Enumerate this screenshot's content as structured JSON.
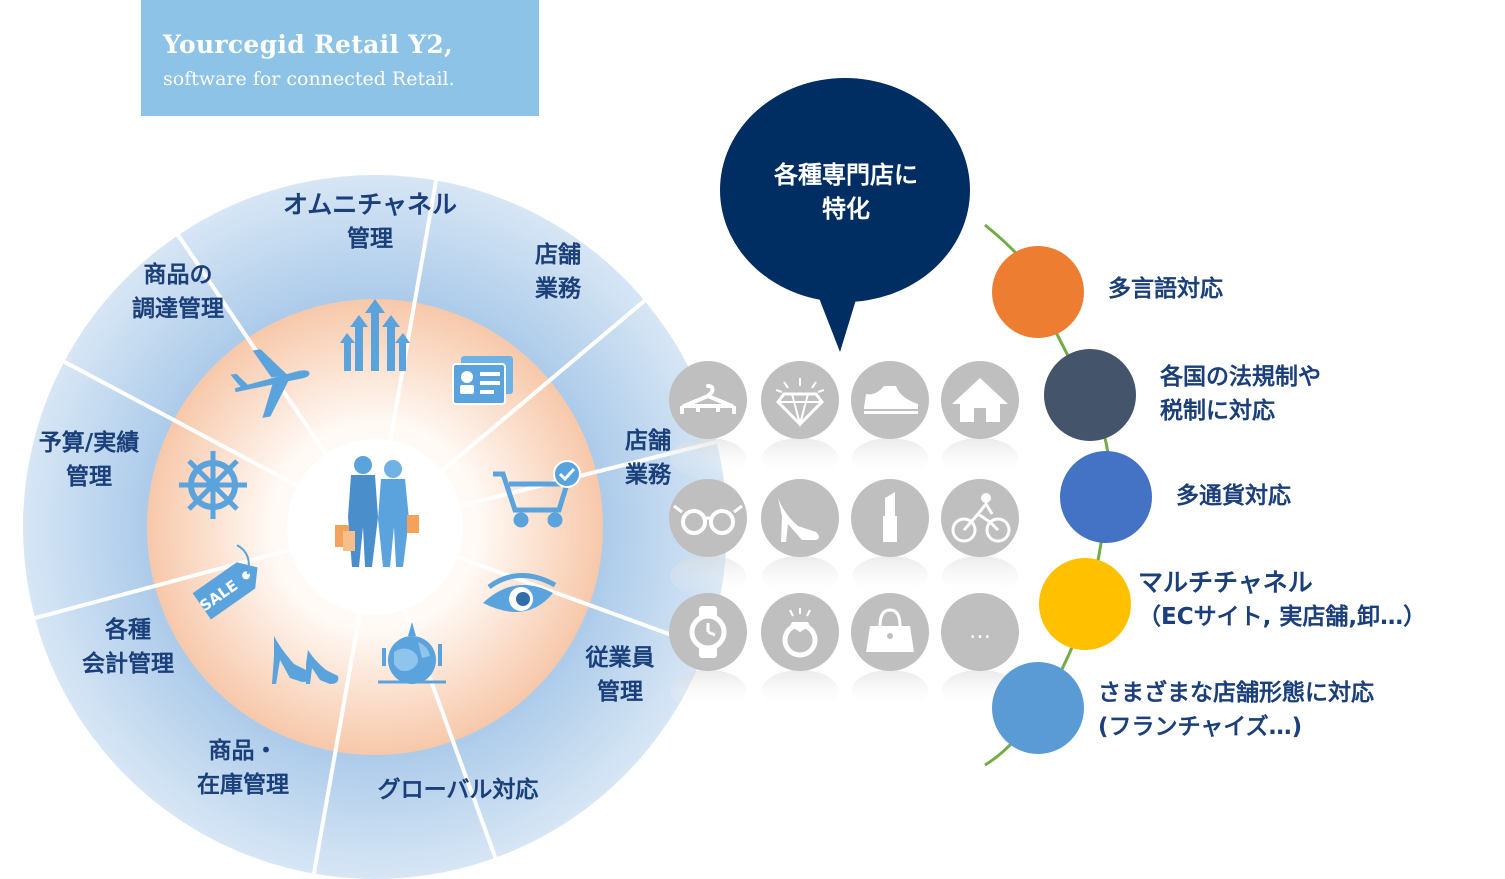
{
  "brand": {
    "line1": "Yourcegid Retail Y2,",
    "line2": "software for connected Retail."
  },
  "wheel": {
    "center_icon": "shoppers-icon",
    "segments": [
      {
        "label1": "オムニチャネル",
        "label2": "管理",
        "icon": "arrows-up-icon"
      },
      {
        "label1": "店舗",
        "label2": "業務",
        "icon": "id-card-icon"
      },
      {
        "label1": "店舗",
        "label2": "業務",
        "icon": "cart-check-icon"
      },
      {
        "label1": "従業員",
        "label2": "管理",
        "icon": "eye-icon"
      },
      {
        "label1": "グローバル対応",
        "label2": "",
        "icon": "globe-icon"
      },
      {
        "label1": "商品・",
        "label2": "在庫管理",
        "icon": "high-heels-icon"
      },
      {
        "label1": "各種",
        "label2": "会計管理",
        "icon": "sale-tag-icon"
      },
      {
        "label1": "予算/実績",
        "label2": "管理",
        "icon": "ship-wheel-icon"
      },
      {
        "label1": "商品の",
        "label2": "調達管理",
        "icon": "airplane-icon"
      }
    ]
  },
  "bubble": {
    "line1": "各種専門店に",
    "line2": "特化"
  },
  "store_icons": [
    "hanger-icon",
    "diamond-icon",
    "sneaker-icon",
    "house-icon",
    "glasses-icon",
    "high-heel-icon",
    "lipstick-icon",
    "cyclist-icon",
    "watch-icon",
    "ring-icon",
    "handbag-icon",
    "ellipsis-icon"
  ],
  "store_more_label": "…",
  "features": [
    {
      "line1": "多言語対応",
      "line2": "",
      "color": "#ed7d31"
    },
    {
      "line1": "各国の法規制や",
      "line2": "税制に対応",
      "color": "#44546a"
    },
    {
      "line1": "多通貨対応",
      "line2": "",
      "color": "#4472c4"
    },
    {
      "line1": "マルチチャネル",
      "line2": "（ECサイト, 実店舗,卸…）",
      "color": "#ffc000"
    },
    {
      "line1": "さまざまな店舗形態に対応",
      "line2": "(フランチャイズ…)",
      "color": "#5b9bd5"
    }
  ],
  "colors": {
    "brand_bg": "#8cc3e6",
    "wheel_outer": "#c2d9ef",
    "wheel_inner": "#fad4bc",
    "bubble": "#002d62",
    "label_text": "#1a3f7a",
    "icon_blue": "#5ba3dc",
    "store_circle": "#bfbfbf",
    "connector_line": "#70ad47"
  }
}
